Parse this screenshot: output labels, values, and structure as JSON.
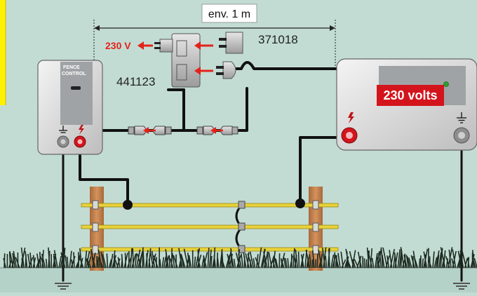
{
  "dimension": {
    "label": "env. 1 m"
  },
  "mains": {
    "label": "230 V"
  },
  "parts": {
    "adapter_ref": "371018",
    "splitter_ref": "441123"
  },
  "energizer": {
    "brand_line1": "FENCE",
    "brand_line2": "CONTROL"
  },
  "tester": {
    "reading": "230 volts"
  },
  "colors": {
    "background": "#c2dcd4",
    "highlight_yellow": "#fff200",
    "arrow_red": "#e2231a",
    "terminal_red": "#d4141c",
    "tape_yellow": "#e8d23a",
    "post_brown": "#c5814b",
    "grass": "#1e2b20",
    "status_led": "#2ca02c"
  },
  "icons": {
    "live_terminal": "lightning-icon",
    "earth_terminal": "ground-icon",
    "plugs": "plug-icon"
  }
}
